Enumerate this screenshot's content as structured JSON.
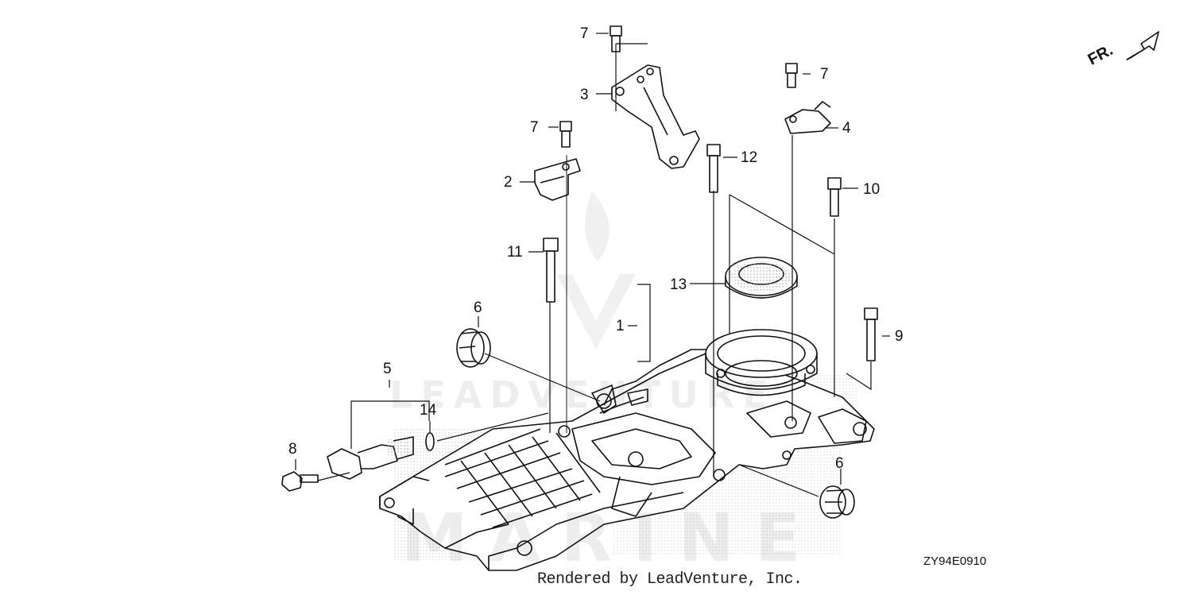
{
  "diagram": {
    "callouts": [
      {
        "id": "c7a",
        "text": "7"
      },
      {
        "id": "c3",
        "text": "3"
      },
      {
        "id": "c7b",
        "text": "7"
      },
      {
        "id": "c4",
        "text": "4"
      },
      {
        "id": "c7c",
        "text": "7"
      },
      {
        "id": "c2",
        "text": "2"
      },
      {
        "id": "c12",
        "text": "12"
      },
      {
        "id": "c10",
        "text": "10"
      },
      {
        "id": "c11",
        "text": "11"
      },
      {
        "id": "c13",
        "text": "13"
      },
      {
        "id": "c6a",
        "text": "6"
      },
      {
        "id": "c1",
        "text": "1"
      },
      {
        "id": "c9",
        "text": "9"
      },
      {
        "id": "c5",
        "text": "5"
      },
      {
        "id": "c14",
        "text": "14"
      },
      {
        "id": "c8",
        "text": "8"
      },
      {
        "id": "c6b",
        "text": "6"
      }
    ],
    "direction_label": "FR.",
    "diagram_code": "ZY94E0910",
    "footer_text": "Rendered by LeadVenture, Inc.",
    "watermark_text": "LEADVENTURE",
    "watermark_sub": "MARINE"
  }
}
